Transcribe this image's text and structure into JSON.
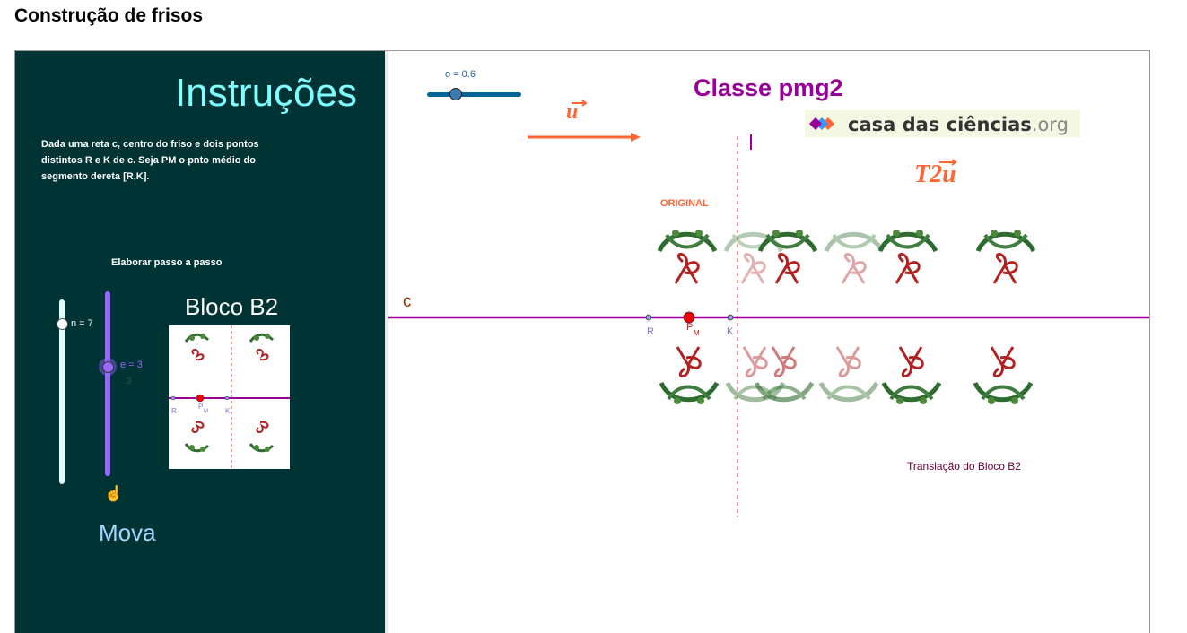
{
  "page": {
    "title": "Construção de frisos"
  },
  "left_panel": {
    "title": "Instruções",
    "text": "Dada uma reta c, centro do friso e dois pontos distintos R e K de c. Seja PM o pnto médio do segmento dereta [R,K].",
    "step_label": "Elaborar passo a passo",
    "slider_n": {
      "label": "n = 7",
      "value": 7
    },
    "slider_e": {
      "label": "e = 3",
      "sub": "3",
      "value": 3
    },
    "move_label": "Mova",
    "block_title": "Bloco B2",
    "block_points": {
      "r": "R",
      "pm": "P",
      "pm_sub": "M",
      "k": "K"
    }
  },
  "canvas": {
    "slider_o": {
      "label": "o = 0.6",
      "value": 0.6
    },
    "class_title": "Classe pmg2",
    "vector_u_label": "u",
    "t2u_label": "T2u",
    "logo": {
      "main": "casa das ciências",
      "suffix": ".org"
    },
    "original_label": "ORIGINAL",
    "line_label": "c",
    "point_r": "R",
    "point_pm": "P",
    "point_pm_sub": "M",
    "point_k": "K",
    "translation_label": "Translação do Bloco B2"
  },
  "colors": {
    "panel_bg": "#003333",
    "accent_cyan": "#7fffff",
    "slider_purple": "#9966ff",
    "line_purple": "#990099",
    "vector_orange": "#ff6633",
    "point_red": "#ee0000"
  }
}
